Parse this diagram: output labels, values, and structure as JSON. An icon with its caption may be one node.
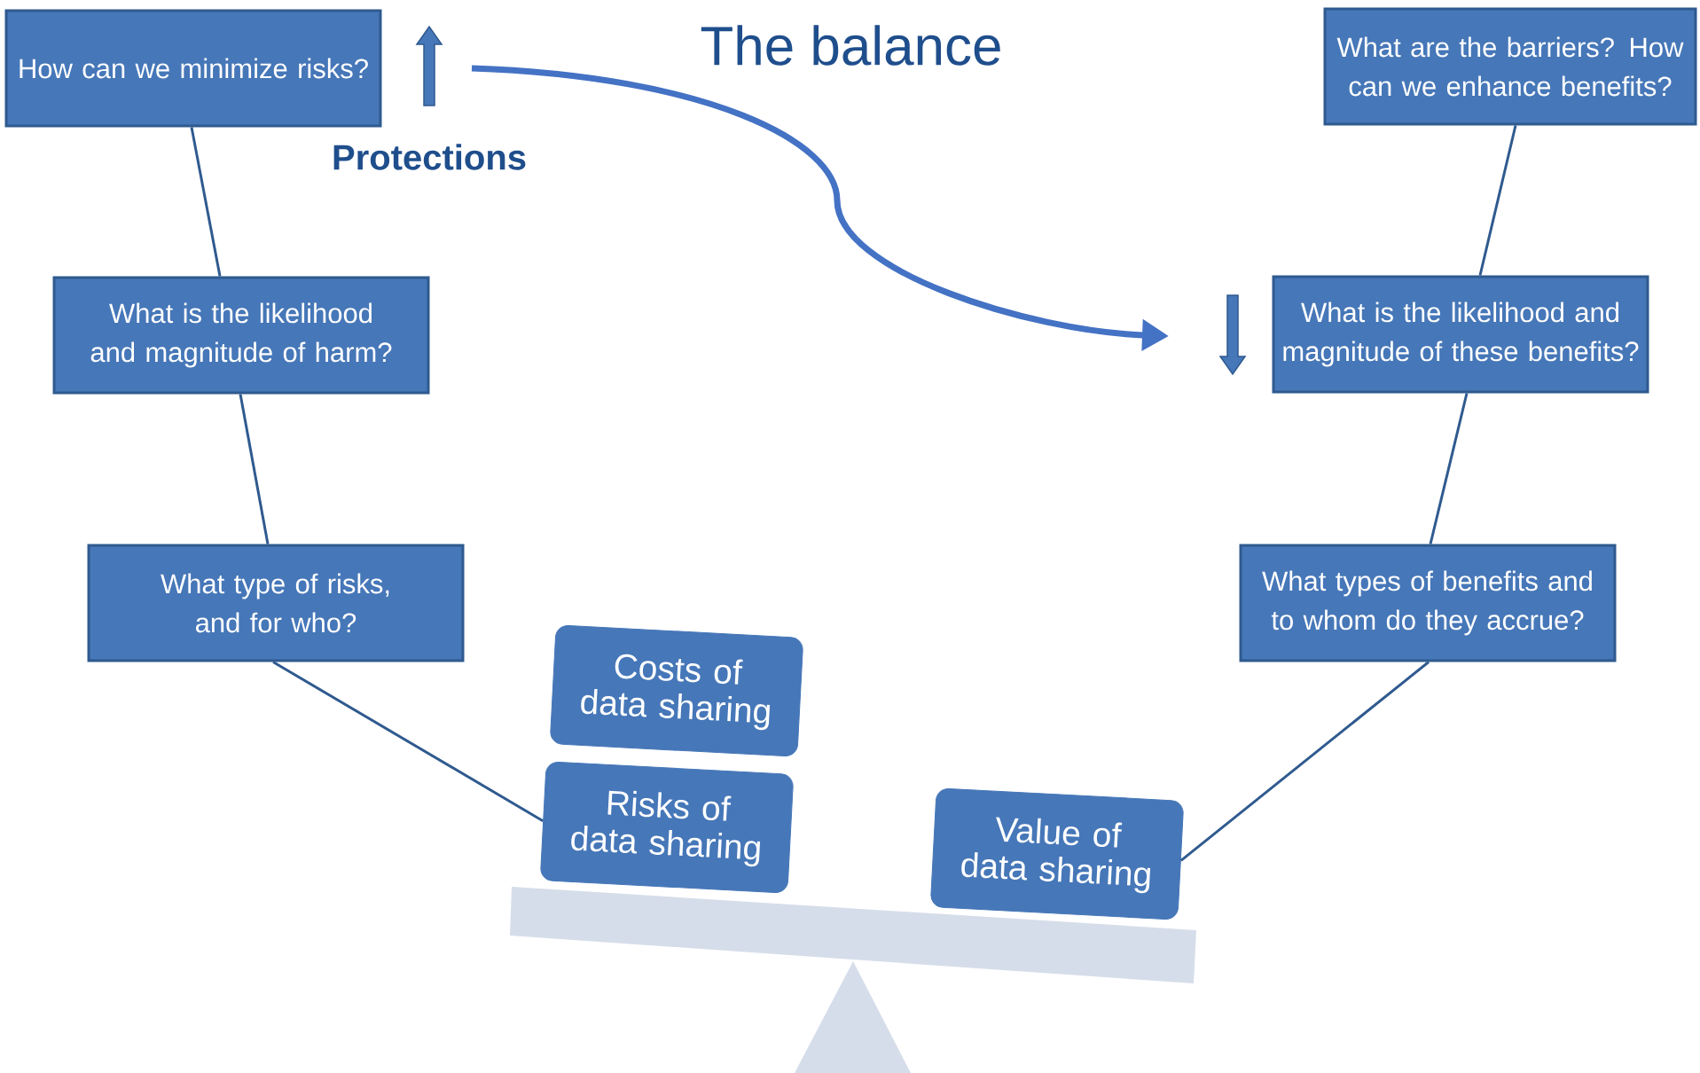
{
  "diagram": {
    "nodes": [
      {
        "text": [
          "How can we minimize risks?"
        ]
      },
      {
        "text": [
          "What is the likelihood and magnitude of harm?"
        ]
      },
      {
        "text": [
          "What type of risks, and for who?"
        ]
      },
      {
        "text": [
          "What are the barriers? How can we enhance benefits?"
        ]
      },
      {
        "text": [
          "What is the likelihood and magnitude of these benefits?"
        ]
      },
      {
        "text": [
          "What types of benefits and to whom do they accrue?"
        ]
      },
      {
        "text": [
          "Costs of data sharing"
        ]
      },
      {
        "text": [
          "Risks of data sharing"
        ]
      },
      {
        "text": [
          "Value of data sharing"
        ]
      }
    ],
    "edges": [
      {
        "from": 0,
        "to": 1,
        "arrow": "none"
      },
      {
        "from": 1,
        "to": 2,
        "arrow": "none"
      },
      {
        "from": 2,
        "to": 7,
        "arrow": "none"
      },
      {
        "from": 3,
        "to": 4,
        "arrow": "none"
      },
      {
        "from": 4,
        "to": 5,
        "arrow": "none"
      },
      {
        "from": 5,
        "to": 8,
        "arrow": "none"
      }
    ],
    "labels": [
      "The balance",
      "Protections"
    ]
  }
}
